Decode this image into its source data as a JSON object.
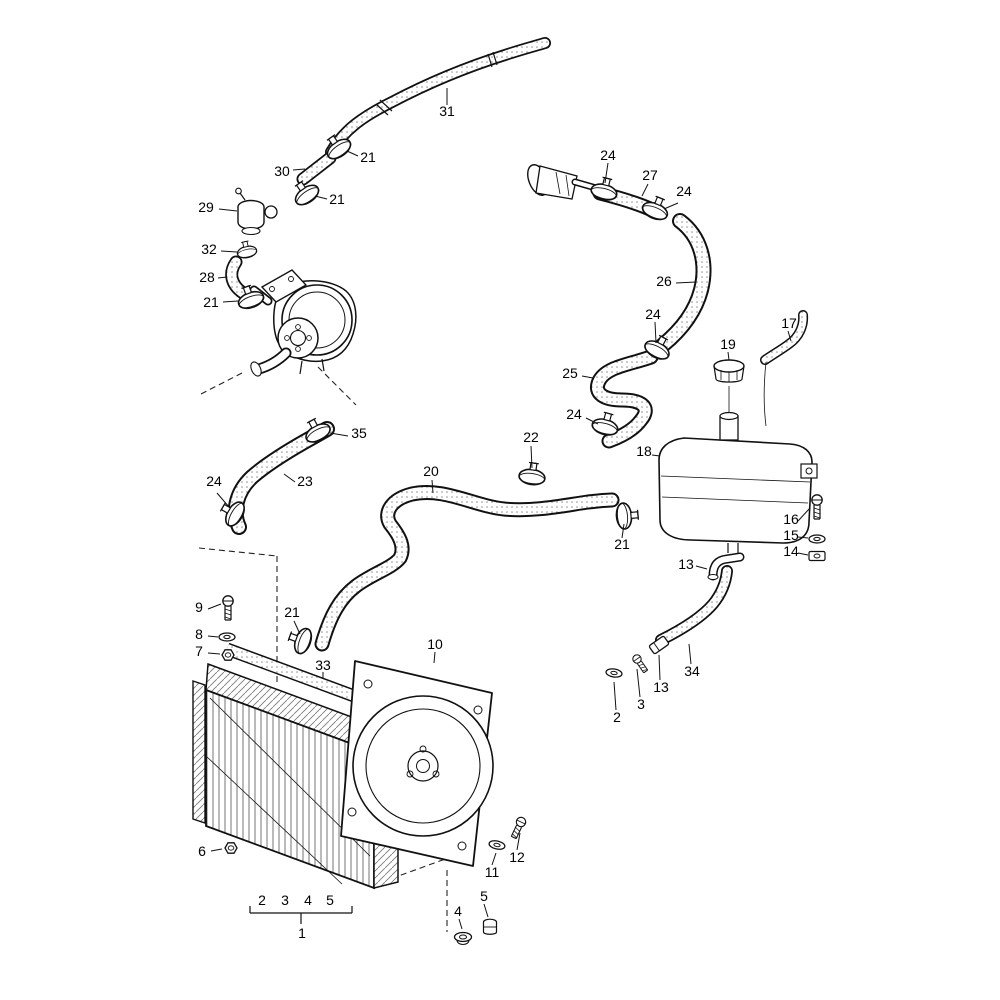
{
  "diagram": {
    "title": "cooling-system-exploded-parts-diagram",
    "colors": {
      "line": "#111111",
      "background": "#ffffff",
      "stipple": "#909090"
    },
    "callouts": {
      "hose31": "31",
      "clamp21_a": "21",
      "hose30": "30",
      "clamp21_b": "21",
      "valve29": "29",
      "clamp24_a": "24",
      "hose27": "27",
      "clamp24_b": "24",
      "clamp32": "32",
      "hose28": "28",
      "clamp21_c": "21",
      "hose26": "26",
      "clamp24_c": "24",
      "hose17": "17",
      "cap19": "19",
      "hose25": "25",
      "clamp24_d": "24",
      "clamp22": "22",
      "tank18": "18",
      "clamp35": "35",
      "clamp24_e": "24",
      "hose23": "23",
      "hose20": "20",
      "clamp21_d": "21",
      "screw16": "16",
      "washer15": "15",
      "nut14": "14",
      "elbow13_a": "13",
      "screw9": "9",
      "clamp21_e": "21",
      "washer8": "8",
      "nut7": "7",
      "seal33": "33",
      "shroud10": "10",
      "washer2": "2",
      "bolt3": "3",
      "fitting13_b": "13",
      "hose34": "34",
      "nut6": "6",
      "washer11": "11",
      "screw12": "12",
      "grommet4": "4",
      "plug5": "5",
      "bracket_2": "2",
      "bracket_3": "3",
      "bracket_4": "4",
      "bracket_5": "5",
      "radiator1": "1"
    }
  }
}
